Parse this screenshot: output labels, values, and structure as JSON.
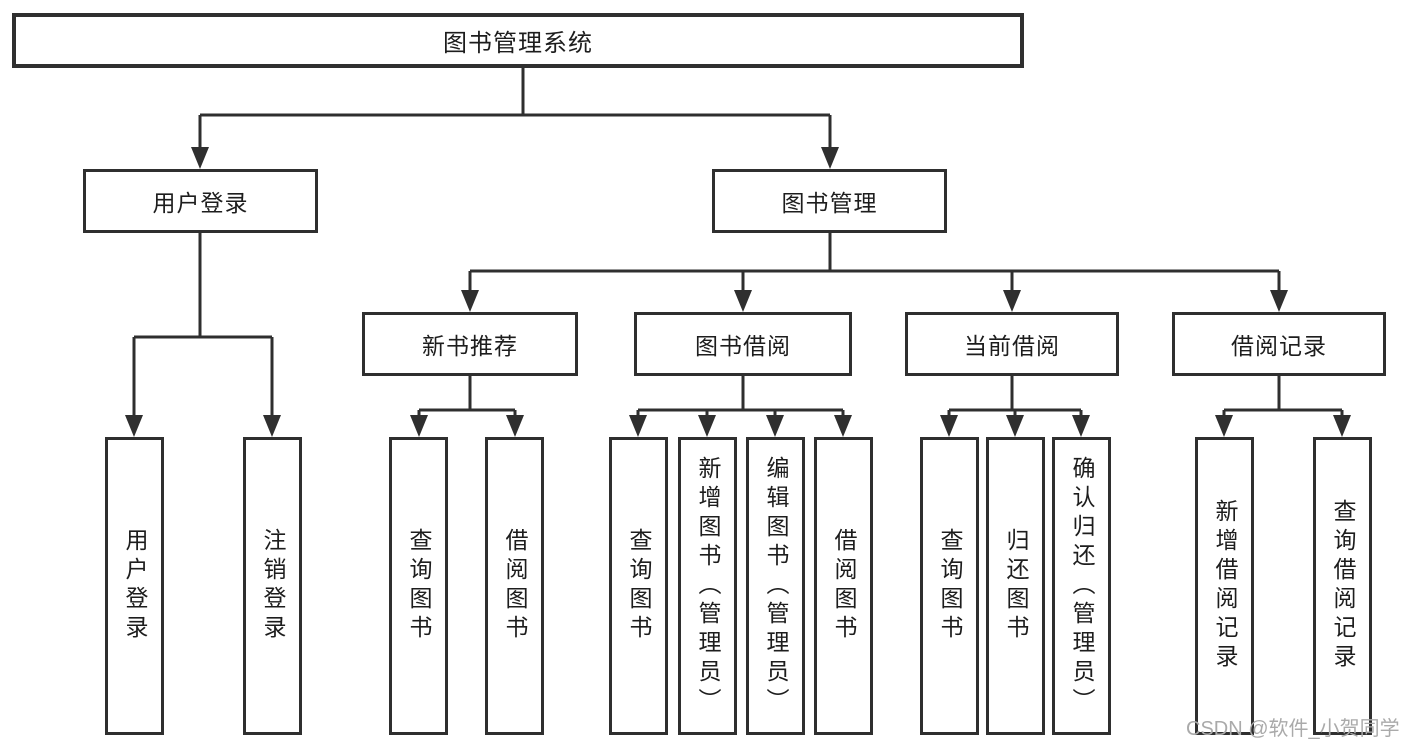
{
  "diagram_title": "图书管理系统",
  "tree": {
    "root": {
      "label": "图书管理系统"
    },
    "branches": [
      {
        "label": "用户登录",
        "children": [
          {
            "label": "用户登录"
          },
          {
            "label": "注销登录"
          }
        ]
      },
      {
        "label": "图书管理",
        "children": [
          {
            "label": "新书推荐",
            "children": [
              {
                "label": "查询图书"
              },
              {
                "label": "借阅图书"
              }
            ]
          },
          {
            "label": "图书借阅",
            "children": [
              {
                "label": "查询图书"
              },
              {
                "label": "新增图书（管理员）"
              },
              {
                "label": "编辑图书（管理员）"
              },
              {
                "label": "借阅图书"
              }
            ]
          },
          {
            "label": "当前借阅",
            "children": [
              {
                "label": "查询图书"
              },
              {
                "label": "归还图书"
              },
              {
                "label": "确认归还（管理员）"
              }
            ]
          },
          {
            "label": "借阅记录",
            "children": [
              {
                "label": "新增借阅记录"
              },
              {
                "label": "查询借阅记录"
              }
            ]
          }
        ]
      }
    ]
  },
  "watermark": "CSDN @软件_小贺同学",
  "colors": {
    "line": "#2f2f2f",
    "text": "#1d1d1d",
    "background": "#ffffff",
    "watermark": "#aaaaaa"
  }
}
